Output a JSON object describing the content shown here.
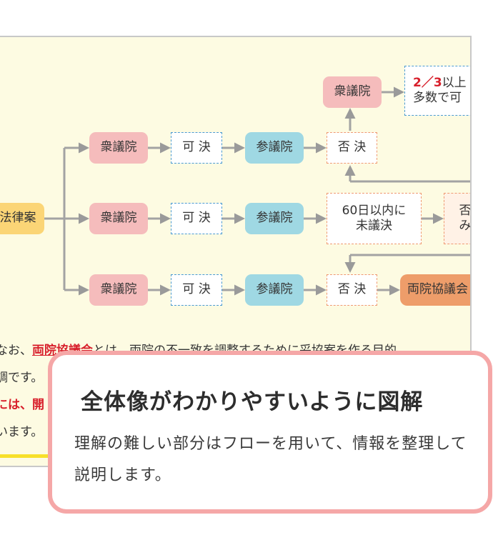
{
  "diagram": {
    "start": "法律案",
    "rows": [
      {
        "house1": "衆議院",
        "result1": "可 決",
        "house2": "参議院",
        "result2": "否 決"
      },
      {
        "house1": "衆議院",
        "result1": "可 決",
        "house2": "参議院",
        "result2_line1": "60日以内に",
        "result2_line2": "未議決",
        "next_partial": "否",
        "next_partial2": "み"
      },
      {
        "house1": "衆議院",
        "result1": "可 決",
        "house2": "参議院",
        "result2": "否 決",
        "next": "両院協議会"
      }
    ],
    "revote": {
      "house": "衆議院",
      "fraction": "2／3",
      "tail": "以上",
      "line2": "多数で可"
    }
  },
  "note": {
    "line1_pre": "なお、",
    "line1_hl": "両院協議会",
    "line1_post": "とは、両院の不一致を調整するために妥協案を作る目的",
    "line2": "調です。",
    "line3_hl": "には、開",
    "line4": "います。"
  },
  "callout": {
    "title": "全体像がわかりやすいように図解",
    "body": "理解の難しい部分はフローを用いて、情報を整理して説明します。"
  },
  "colors": {
    "panel_bg": "#fdfbe2",
    "pink": "#f5bcbc",
    "blue": "#9fd8e3",
    "yellow": "#fbd576",
    "orange": "#ee9d6a",
    "accent_red": "#d8202c",
    "callout_border": "#f5a7a7"
  }
}
